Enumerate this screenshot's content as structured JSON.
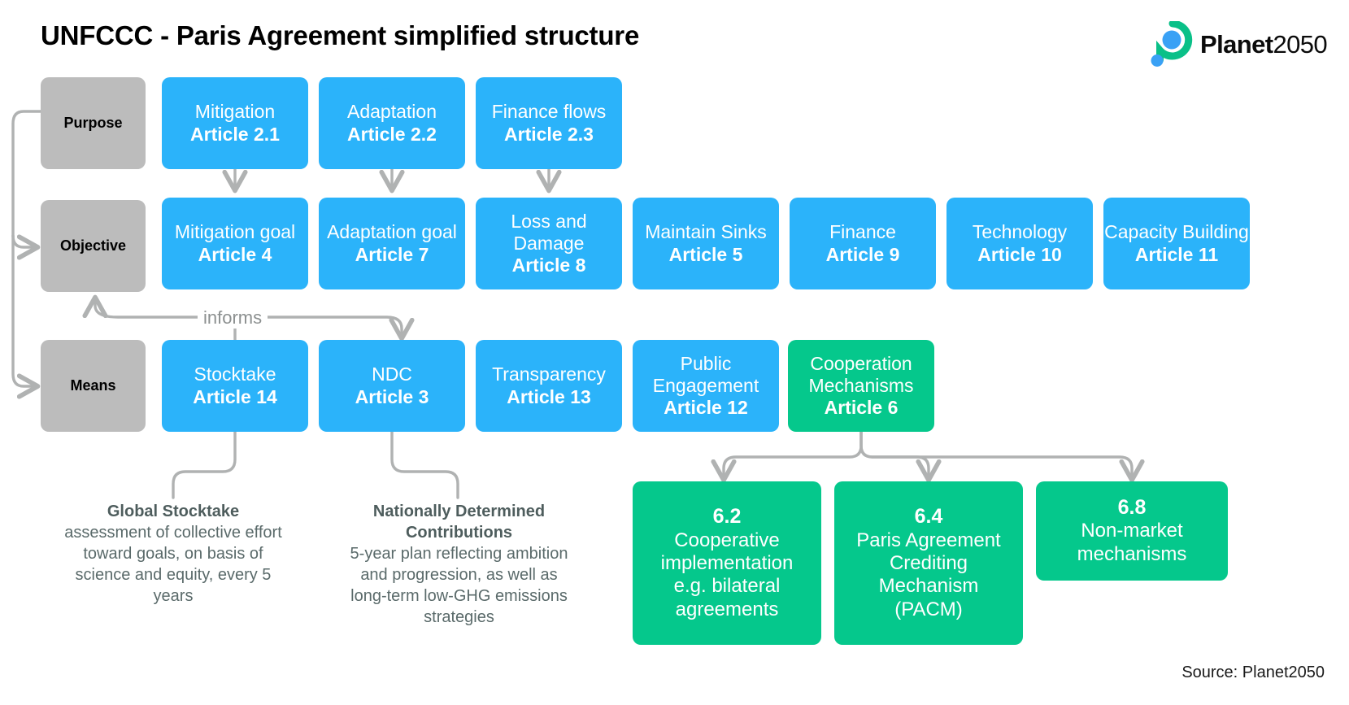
{
  "header": {
    "title": "UNFCCC - Paris Agreement simplified structure",
    "logo_name_bold": "Planet",
    "logo_name_thin": "2050"
  },
  "row_labels": {
    "purpose": "Purpose",
    "objective": "Objective",
    "means": "Means"
  },
  "rows": {
    "purpose": [
      {
        "label": "Mitigation",
        "article": "Article 2.1"
      },
      {
        "label": "Adaptation",
        "article": "Article 2.2"
      },
      {
        "label": "Finance flows",
        "article": "Article 2.3"
      }
    ],
    "objective": [
      {
        "label": "Mitigation goal",
        "article": "Article 4"
      },
      {
        "label": "Adaptation goal",
        "article": "Article 7"
      },
      {
        "label": "Loss and Damage",
        "article": "Article 8"
      },
      {
        "label": "Maintain Sinks",
        "article": "Article 5"
      },
      {
        "label": "Finance",
        "article": "Article 9"
      },
      {
        "label": "Technology",
        "article": "Article 10"
      },
      {
        "label": "Capacity Building",
        "article": "Article 11"
      }
    ],
    "means": [
      {
        "label": "Stocktake",
        "article": "Article 14"
      },
      {
        "label": "NDC",
        "article": "Article 3"
      },
      {
        "label": "Transparency",
        "article": "Article 13"
      },
      {
        "label": "Public Engagement",
        "article": "Article 12"
      },
      {
        "label": "Cooperation Mechanisms",
        "article": "Article 6"
      }
    ]
  },
  "article6_sub": [
    {
      "num": "6.2",
      "text": "Cooperative implementation e.g. bilateral agreements"
    },
    {
      "num": "6.4",
      "text": "Paris Agreement Crediting Mechanism (PACM)"
    },
    {
      "num": "6.8",
      "text": "Non-market mechanisms"
    }
  ],
  "captions": [
    {
      "head": "Global Stocktake",
      "body": "assessment of collective effort toward goals, on basis of science and equity, every 5 years"
    },
    {
      "head": "Nationally Determined Contributions",
      "body": "5-year plan reflecting ambition and progression, as well as long-term low-GHG emissions strategies"
    }
  ],
  "annotations": {
    "informs": "informs"
  },
  "footer": {
    "source": "Source: Planet2050"
  },
  "colors": {
    "blue": "#2bb3fa",
    "green": "#05c88c",
    "grey": "#bcbcbc",
    "wire": "#b0b2b2",
    "caption_text": "#5a6a6a"
  }
}
